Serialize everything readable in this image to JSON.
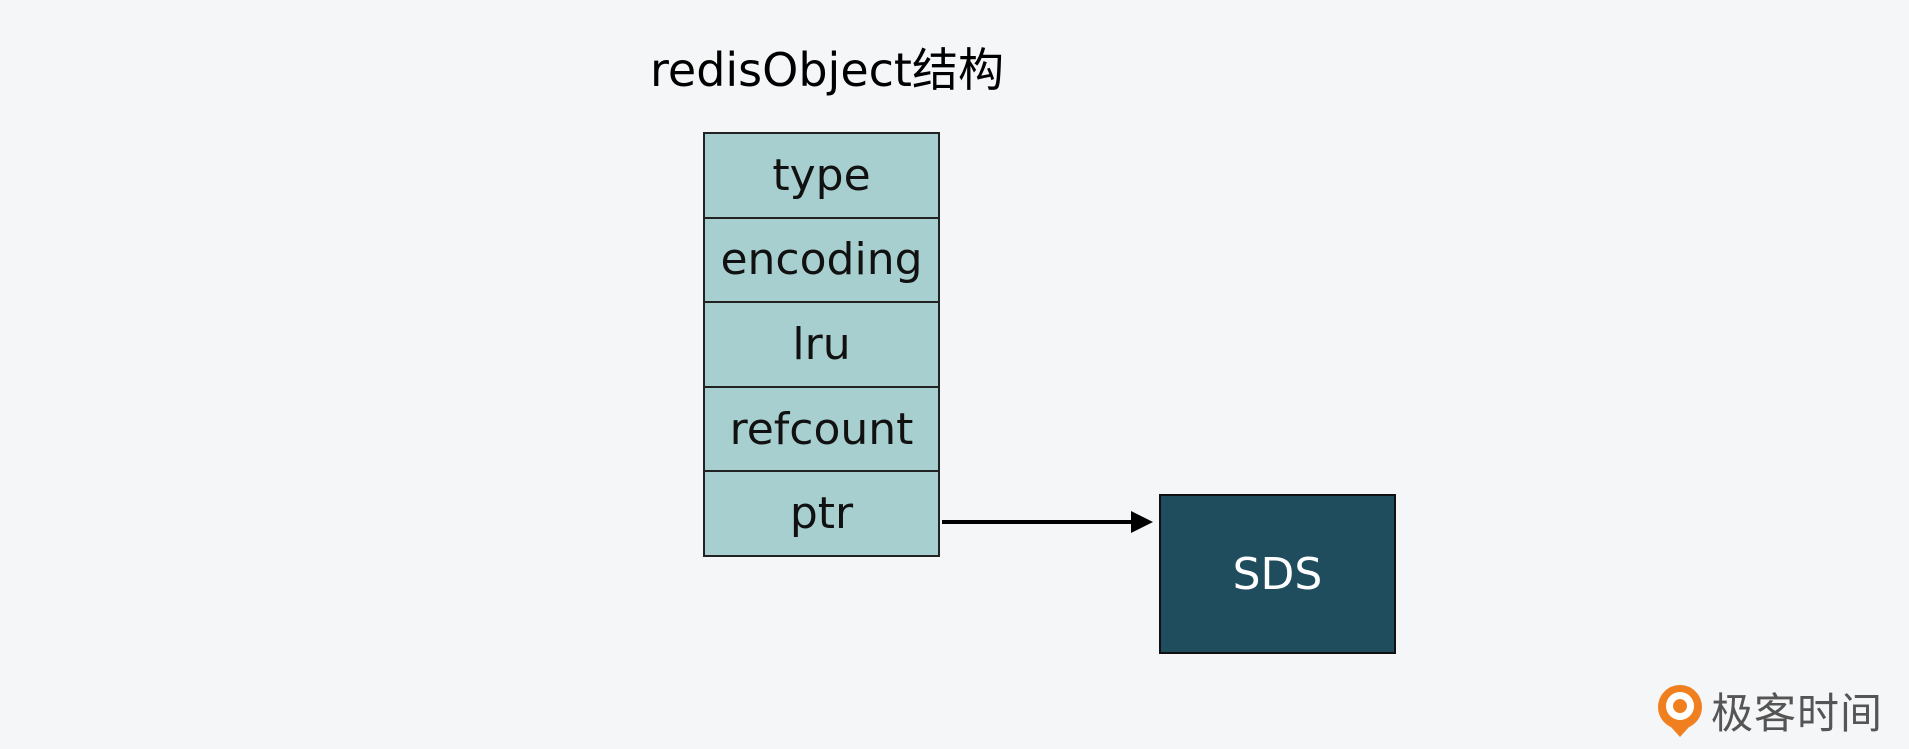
{
  "title": "redisObject结构",
  "fields": [
    {
      "label": "type"
    },
    {
      "label": "encoding"
    },
    {
      "label": "lru"
    },
    {
      "label": "refcount"
    },
    {
      "label": "ptr"
    }
  ],
  "target": {
    "label": "SDS"
  },
  "logo": {
    "text": "极客时间",
    "icon": "geektime-logo-icon"
  },
  "colors": {
    "background": "#f5f6f8",
    "field_fill": "#a8cfcf",
    "target_fill": "#1f4d5e",
    "logo_orange": "#f0801f",
    "logo_text": "#555555"
  }
}
